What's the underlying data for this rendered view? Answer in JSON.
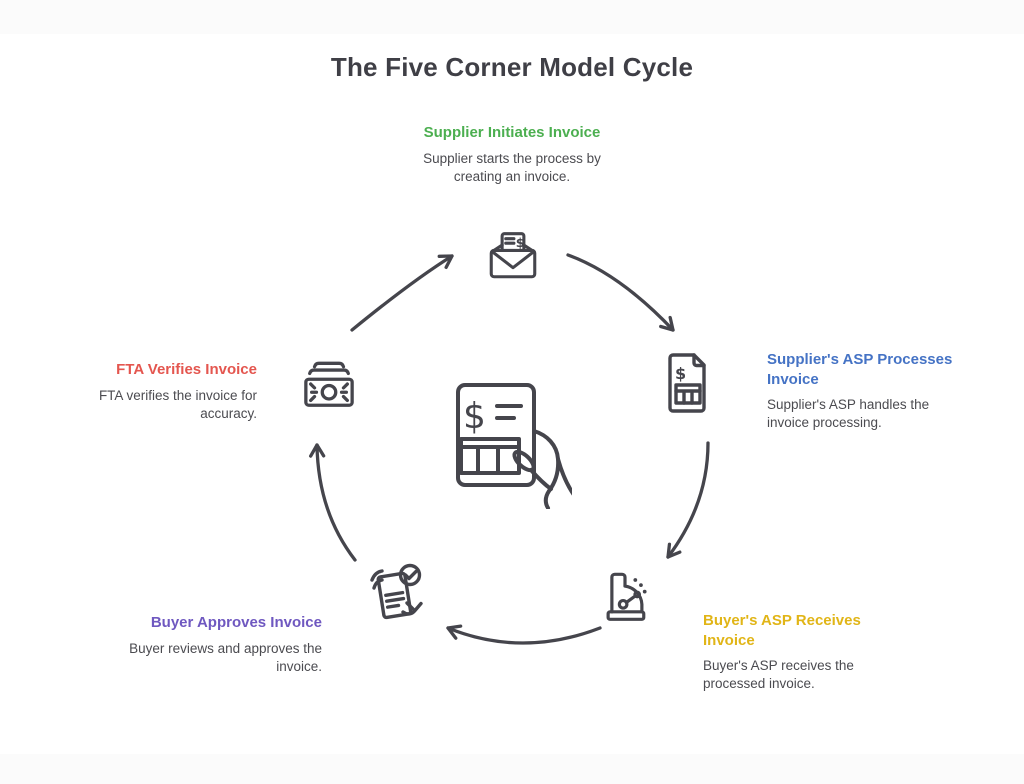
{
  "page": {
    "title": "The Five Corner Model Cycle"
  },
  "steps": [
    {
      "id": "supplier-initiates",
      "title": "Supplier Initiates Invoice",
      "description": "Supplier starts the process by creating an invoice.",
      "color": "#4caf50",
      "icon": "envelope-invoice-icon",
      "position": "top"
    },
    {
      "id": "supplier-asp-processes",
      "title": "Supplier's ASP Processes Invoice",
      "description": "Supplier's ASP handles the invoice processing.",
      "color": "#4573c5",
      "icon": "invoice-document-icon",
      "position": "right"
    },
    {
      "id": "buyer-asp-receives",
      "title": "Buyer's ASP Receives Invoice",
      "description": "Buyer's ASP receives the processed invoice.",
      "color": "#e1b517",
      "icon": "receipt-machine-icon",
      "position": "bottom-right"
    },
    {
      "id": "buyer-approves",
      "title": "Buyer Approves Invoice",
      "description": "Buyer reviews and approves the invoice.",
      "color": "#6f58c0",
      "icon": "document-approval-icon",
      "position": "bottom-left"
    },
    {
      "id": "fta-verifies",
      "title": "FTA Verifies Invoice",
      "description": "FTA verifies the invoice for accuracy.",
      "color": "#e4564f",
      "icon": "cash-icon",
      "position": "left"
    }
  ],
  "center_icon": "invoice-in-hand-icon",
  "cycle_arrows": [
    {
      "from": "fta-verifies",
      "to": "supplier-initiates"
    },
    {
      "from": "supplier-initiates",
      "to": "supplier-asp-processes"
    },
    {
      "from": "supplier-asp-processes",
      "to": "buyer-asp-receives"
    },
    {
      "from": "buyer-asp-receives",
      "to": "buyer-approves"
    },
    {
      "from": "buyer-approves",
      "to": "fta-verifies"
    }
  ],
  "colors": {
    "ink": "#45454c",
    "title_text": "#3f3f46",
    "description_text": "#4b4b50",
    "background": "#ffffff"
  }
}
